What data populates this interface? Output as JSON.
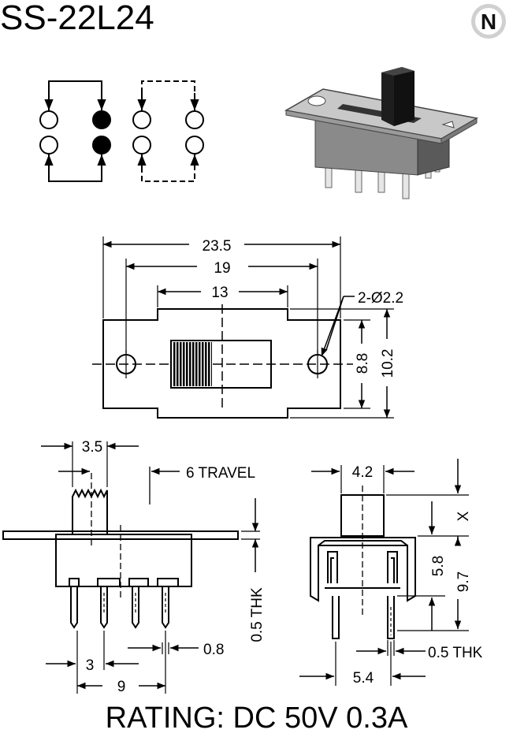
{
  "model": "SS-22L24",
  "logo_letter": "N",
  "rating": "RATING: DC 50V 0.3A",
  "top_view": {
    "overall_width": "23.5",
    "mount_hole_spacing": "19",
    "slot_width": "13",
    "holes": "2-Ø2.2",
    "inner_height": "8.8",
    "outer_height": "10.2"
  },
  "front_view": {
    "actuator_width": "3.5",
    "travel": "6 TRAVEL",
    "frame_thickness": "0.5 THK",
    "pin_width": "0.8",
    "pin_pitch": "3",
    "pin_span": "9"
  },
  "side_view": {
    "actuator_width": "4.2",
    "actuator_height": "X",
    "body_height": "5.8",
    "total_height": "9.7",
    "pin_thickness": "0.5 THK",
    "pin_row_spacing": "5.4"
  }
}
